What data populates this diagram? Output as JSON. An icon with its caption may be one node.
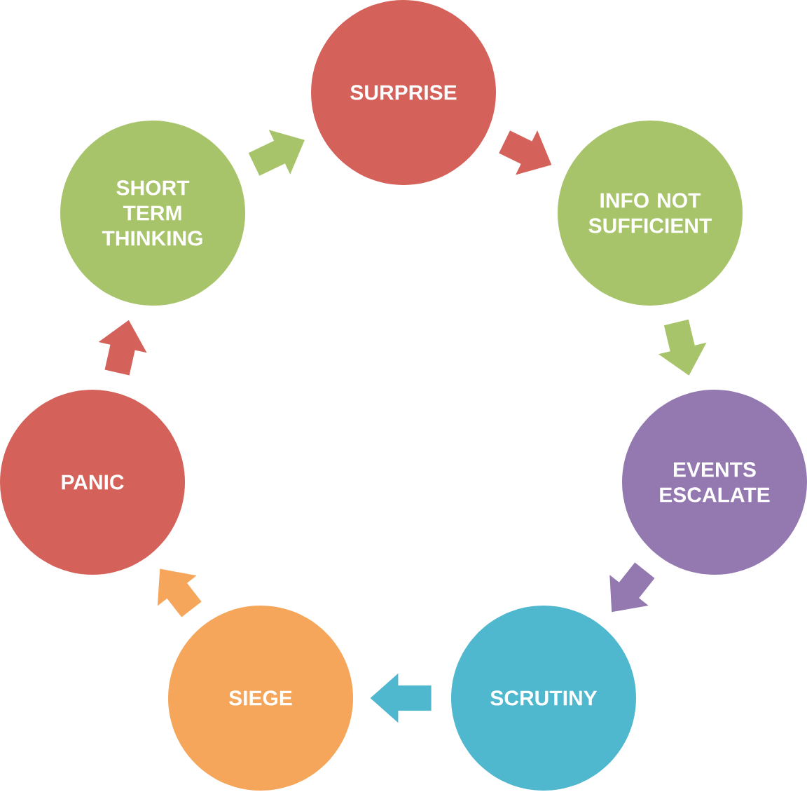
{
  "diagram": {
    "nodes": [
      {
        "text": [
          "SURPRISE"
        ]
      },
      {
        "text": [
          "INFO NOT SUFFICIENT"
        ]
      },
      {
        "text": [
          "EVENTS ESCALATE"
        ]
      },
      {
        "text": [
          "SCRUTINY"
        ]
      },
      {
        "text": [
          "SIEGE"
        ]
      },
      {
        "text": [
          "PANIC"
        ]
      },
      {
        "text": [
          "SHORT TERM THINKING"
        ]
      }
    ],
    "edges": [
      {
        "from": 0,
        "to": 1,
        "arrow": "to",
        "color": "#d4625a"
      },
      {
        "from": 1,
        "to": 2,
        "arrow": "to",
        "color": "#a8c46a"
      },
      {
        "from": 2,
        "to": 3,
        "arrow": "to",
        "color": "#9478b0"
      },
      {
        "from": 3,
        "to": 4,
        "arrow": "to",
        "color": "#4fb8cf"
      },
      {
        "from": 4,
        "to": 5,
        "arrow": "to",
        "color": "#f5a65b"
      },
      {
        "from": 5,
        "to": 6,
        "arrow": "to",
        "color": "#d4625a"
      },
      {
        "from": 6,
        "to": 0,
        "arrow": "to",
        "color": "#a8c46a"
      }
    ]
  }
}
